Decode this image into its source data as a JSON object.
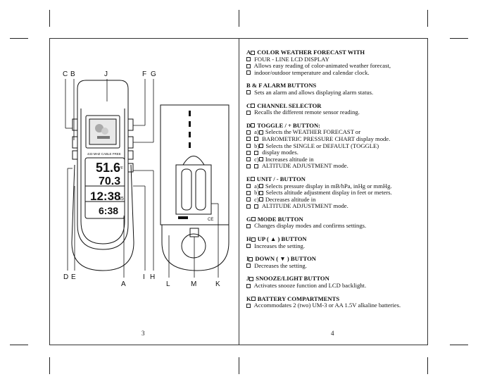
{
  "left_page": {
    "page_number": "3",
    "callouts": [
      "C",
      "B",
      "J",
      "F",
      "G",
      "D",
      "E",
      "A",
      "I",
      "H",
      "L",
      "M",
      "K"
    ],
    "device": {
      "lcd_model_text": "433 MHZ CABLE FREE",
      "lcd_row1": "51.6",
      "lcd_row2": "70.3",
      "lcd_row3": "12:38",
      "lcd_row3_suffix": "45",
      "lcd_row4": "6:38",
      "unit_f": "°F",
      "ce_mark": "CE"
    }
  },
  "right_page": {
    "page_number": "4",
    "sections": [
      {
        "head": "A☐COLOR WEATHER FORECAST WITH",
        "lines": [
          "☐ FOUR - LINE LCD DISPLAY",
          "☐ Allows easy reading of color-animated weather forecast,",
          "☐ indoor/outdoor temperature and calendar clock."
        ]
      },
      {
        "head": "B & F  ALARM BUTTONS",
        "lines": [
          "☐ Sets an alarm and allows displaying alarm status."
        ]
      },
      {
        "head": "C☐CHANNEL SELECTOR",
        "lines": [
          "☐ Recalls the different remote sensor reading."
        ]
      },
      {
        "head": "D☐TOGGLE / + BUTTON:",
        "lines": [
          "☐ a)☐Selects the WEATHER FORECAST or",
          "☐ ☐ BAROMETRIC PRESSURE CHART display mode.",
          "☐ b)☐Selects the SINGLE or DEFAULT (TOGGLE)",
          "☐ ☐  display modes.",
          "☐ c)☐Increases altitude in",
          "☐ ☐  ALTITUDE ADJUSTMENT mode."
        ]
      },
      {
        "head": "E☐UNIT / - BUTTON",
        "lines": [
          "☐ a)☐Selects pressure display in mB/hPa, inHg or mmHg.",
          "☐ b)☐Selects altitude adjustment display in feet or meters.",
          "☐ c)☐Decreases altitude in",
          "☐ ☐  ALTITUDE ADJUSTMENT mode."
        ]
      },
      {
        "head": "G☐MODE BUTTON",
        "lines": [
          "☐ Changes display modes and confirms settings."
        ]
      },
      {
        "head": "H☐UP ( ▲ ) BUTTON",
        "lines": [
          "☐ Increases the setting."
        ]
      },
      {
        "head": "I☐DOWN ( ▼ ) BUTTON",
        "lines": [
          "☐ Decreases the setting."
        ]
      },
      {
        "head": "J☐SNOOZE/LIGHT BUTTON",
        "lines": [
          "☐ Activates snooze function and LCD backlight."
        ]
      },
      {
        "head": "K☐BATTERY COMPARTMENTS",
        "lines": [
          "☐ Accommodates 2 (two) UM-3 or AA 1.5V alkaline batteries."
        ]
      }
    ]
  }
}
